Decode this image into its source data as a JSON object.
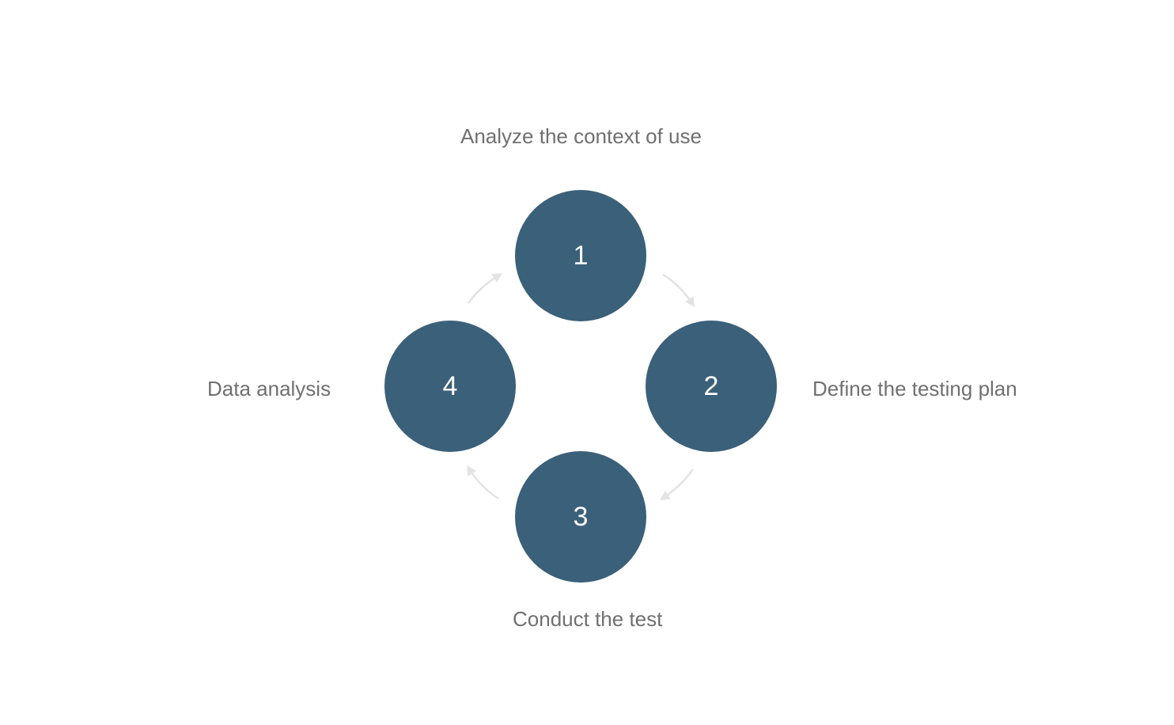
{
  "diagram": {
    "circle_color": "#3b6079",
    "arrow_color": "#e3e3e3",
    "label_color": "#707070",
    "steps": [
      {
        "number": "1",
        "label": "Analyze the context of use"
      },
      {
        "number": "2",
        "label": "Define the testing plan"
      },
      {
        "number": "3",
        "label": "Conduct the test"
      },
      {
        "number": "4",
        "label": "Data analysis"
      }
    ]
  }
}
